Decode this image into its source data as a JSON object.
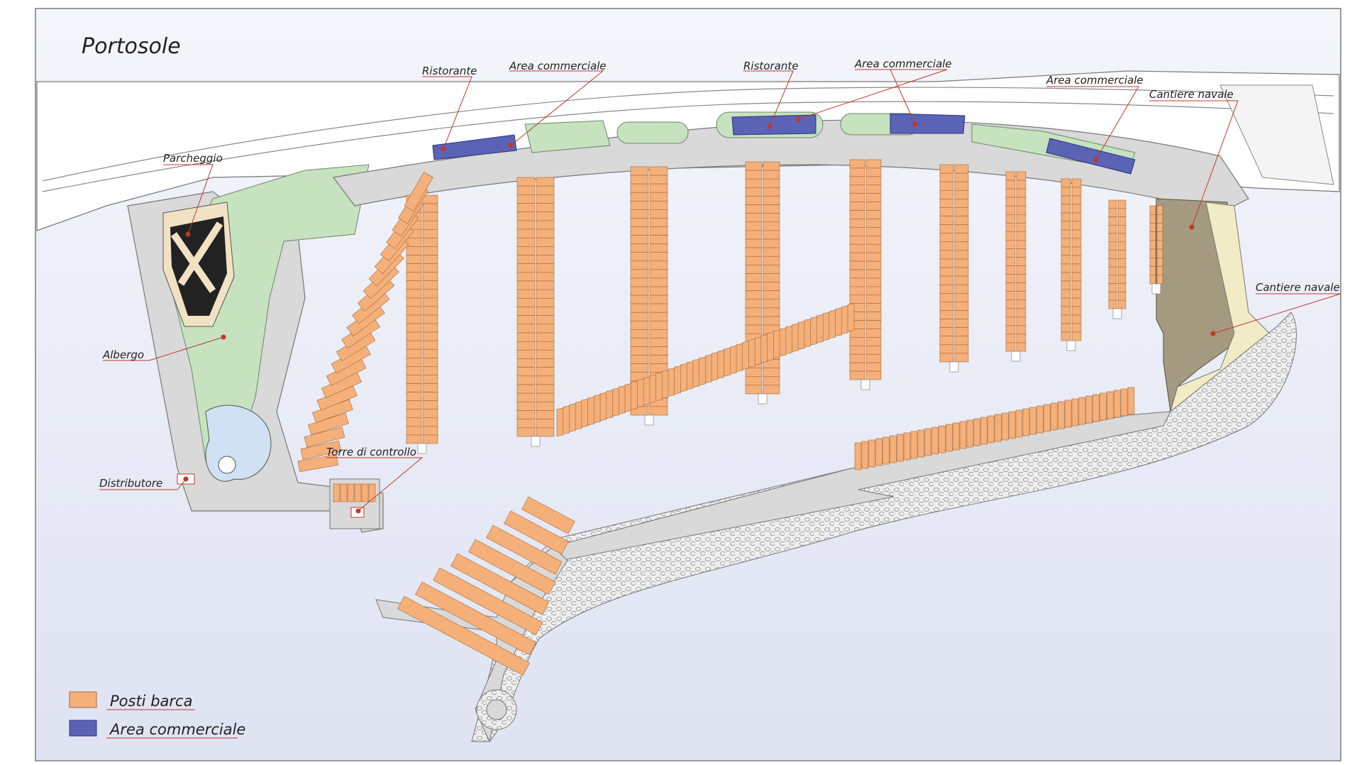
{
  "map": {
    "title": "Portosole",
    "labels": {
      "ristorante_1": "Ristorante",
      "area_commerciale_1": "Area commerciale",
      "ristorante_2": "Ristorante",
      "area_commerciale_2": "Area commerciale",
      "area_commerciale_3": "Area commerciale",
      "cantiere_navale_1": "Cantiere navale",
      "parcheggio": "Parcheggio",
      "cantiere_navale_2": "Cantiere navale",
      "albergo": "Albergo",
      "torre_di_controllo": "Torre di controllo",
      "distributore": "Distributore"
    },
    "legend": [
      {
        "label": "Posti barca",
        "color": "#f5b07a"
      },
      {
        "label": "Area commerciale",
        "color": "#5a63b5"
      }
    ],
    "colors": {
      "water": "#e4e8f5",
      "land": "#d9d9d9",
      "green": "#c6e2bf",
      "berth": "#f5b07a",
      "commercial": "#5a63b5",
      "shipyard": "#a39a80",
      "leader_line": "#c0392b"
    }
  }
}
